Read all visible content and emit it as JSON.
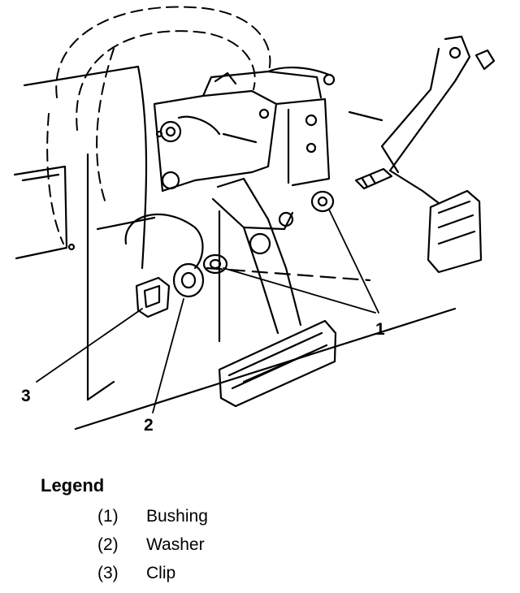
{
  "diagram": {
    "callouts": {
      "c1": "1",
      "c2": "2",
      "c3": "3"
    }
  },
  "legend": {
    "title": "Legend",
    "items": [
      {
        "num": "(1)",
        "label": "Bushing"
      },
      {
        "num": "(2)",
        "label": "Washer"
      },
      {
        "num": "(3)",
        "label": "Clip"
      }
    ]
  }
}
